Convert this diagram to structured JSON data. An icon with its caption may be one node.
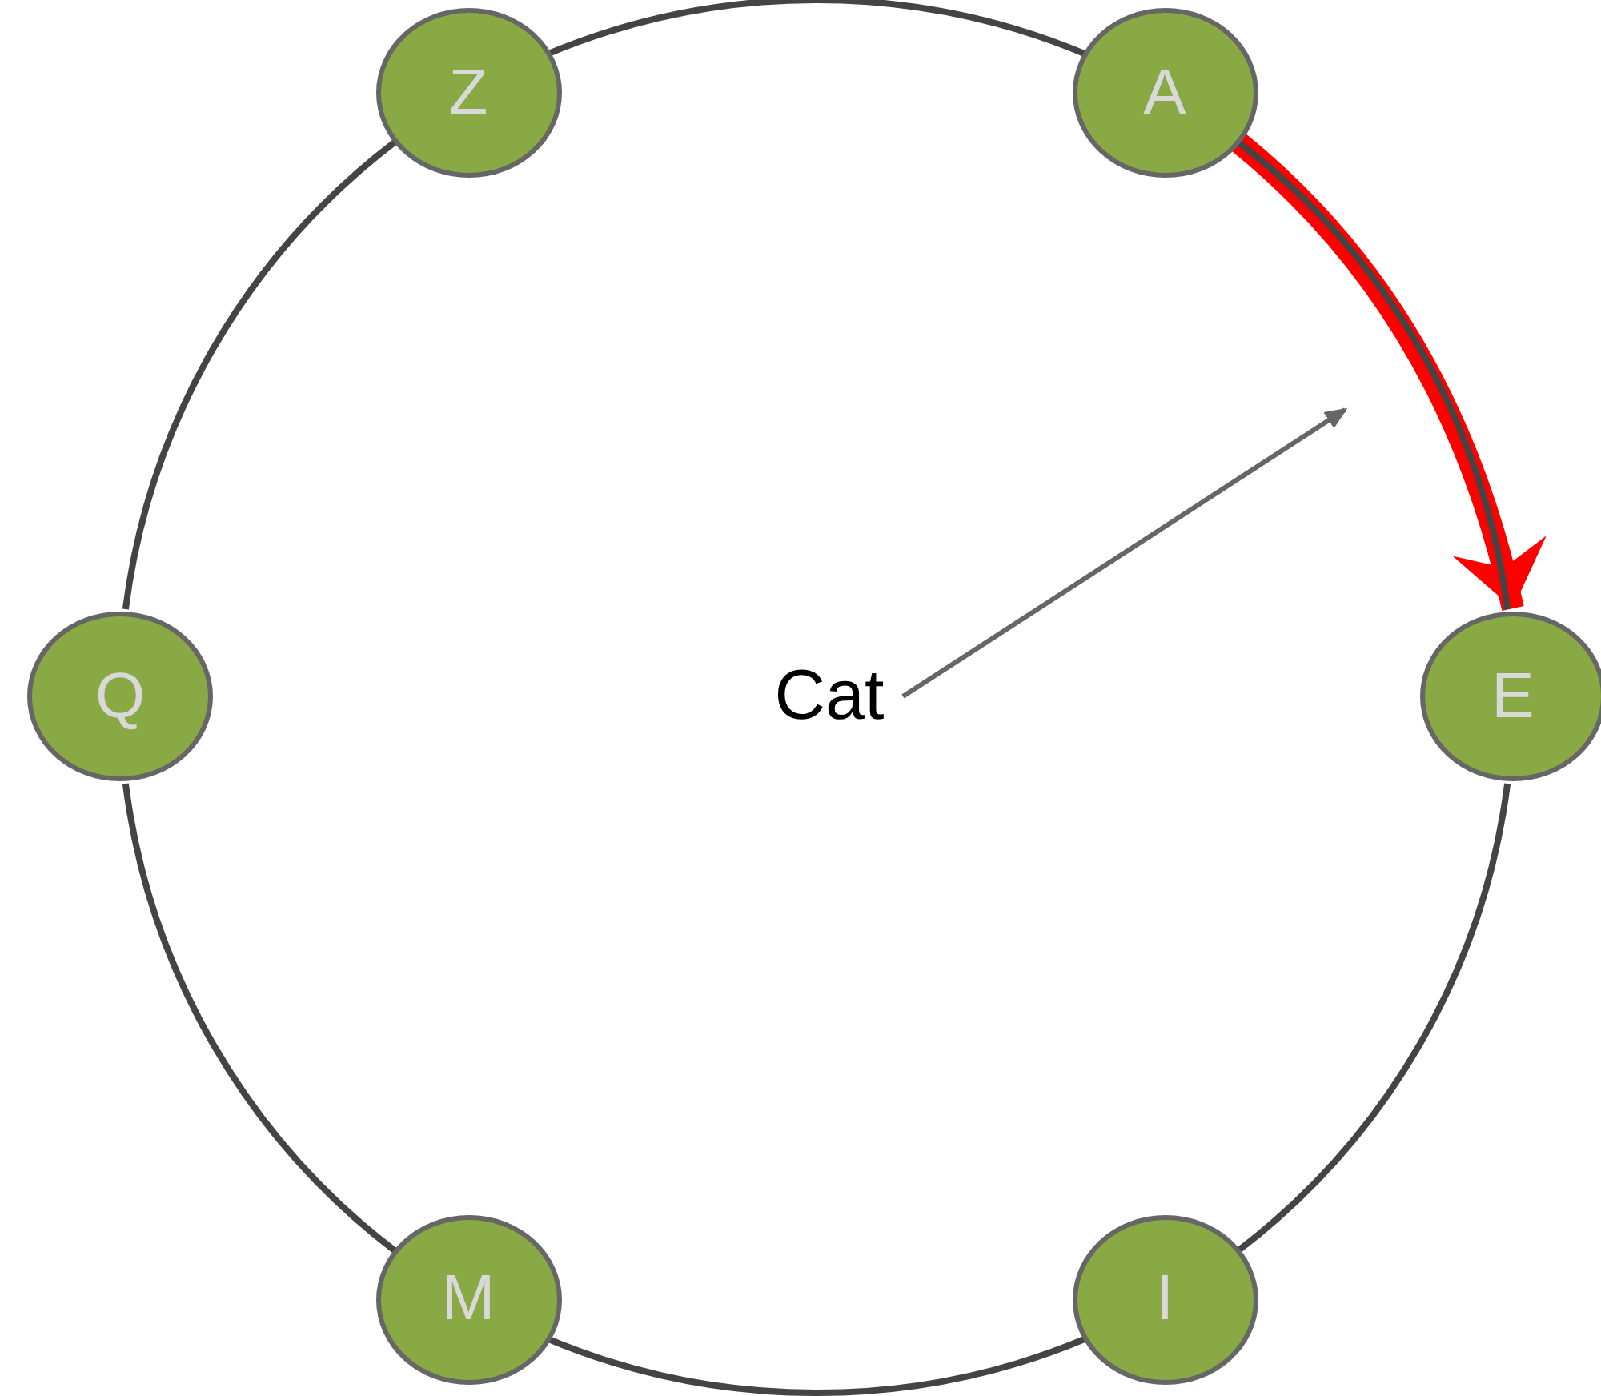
{
  "diagram": {
    "nodes": [
      {
        "text": [
          "Z"
        ]
      },
      {
        "text": [
          "A"
        ]
      },
      {
        "text": [
          "E"
        ]
      },
      {
        "text": [
          "I"
        ]
      },
      {
        "text": [
          "M"
        ]
      },
      {
        "text": [
          "Q"
        ]
      },
      {
        "text": [
          "Cat"
        ]
      }
    ],
    "edges": [
      {
        "from": 0,
        "to": 1,
        "arrow": "none"
      },
      {
        "from": 1,
        "to": 2,
        "arrow": "to",
        "style": "thick",
        "color": "#ff0000"
      },
      {
        "from": 1,
        "to": 2,
        "arrow": "none"
      },
      {
        "from": 2,
        "to": 3,
        "arrow": "none"
      },
      {
        "from": 3,
        "to": 4,
        "arrow": "none"
      },
      {
        "from": 4,
        "to": 5,
        "arrow": "none"
      },
      {
        "from": 5,
        "to": 0,
        "arrow": "none"
      },
      {
        "from": 6,
        "to": null,
        "arrow": "to",
        "color": "#666666"
      }
    ]
  }
}
